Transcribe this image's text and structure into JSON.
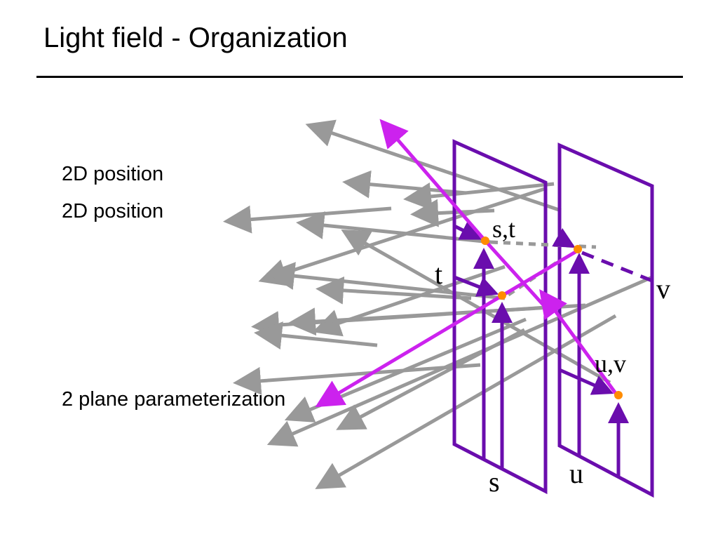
{
  "slide": {
    "title": "Light field - Organization",
    "bullets": [
      "2D position",
      "2D position",
      "2 plane parameterization"
    ]
  },
  "diagram": {
    "labels": {
      "st": "s,t",
      "uv": "u,v",
      "s": "s",
      "t": "t",
      "u": "u",
      "v": "v"
    },
    "colors": {
      "rays": "#999999",
      "highlight_ray": "#cc22ee",
      "planes": "#6a0dad",
      "points": "#ff8c00"
    }
  }
}
